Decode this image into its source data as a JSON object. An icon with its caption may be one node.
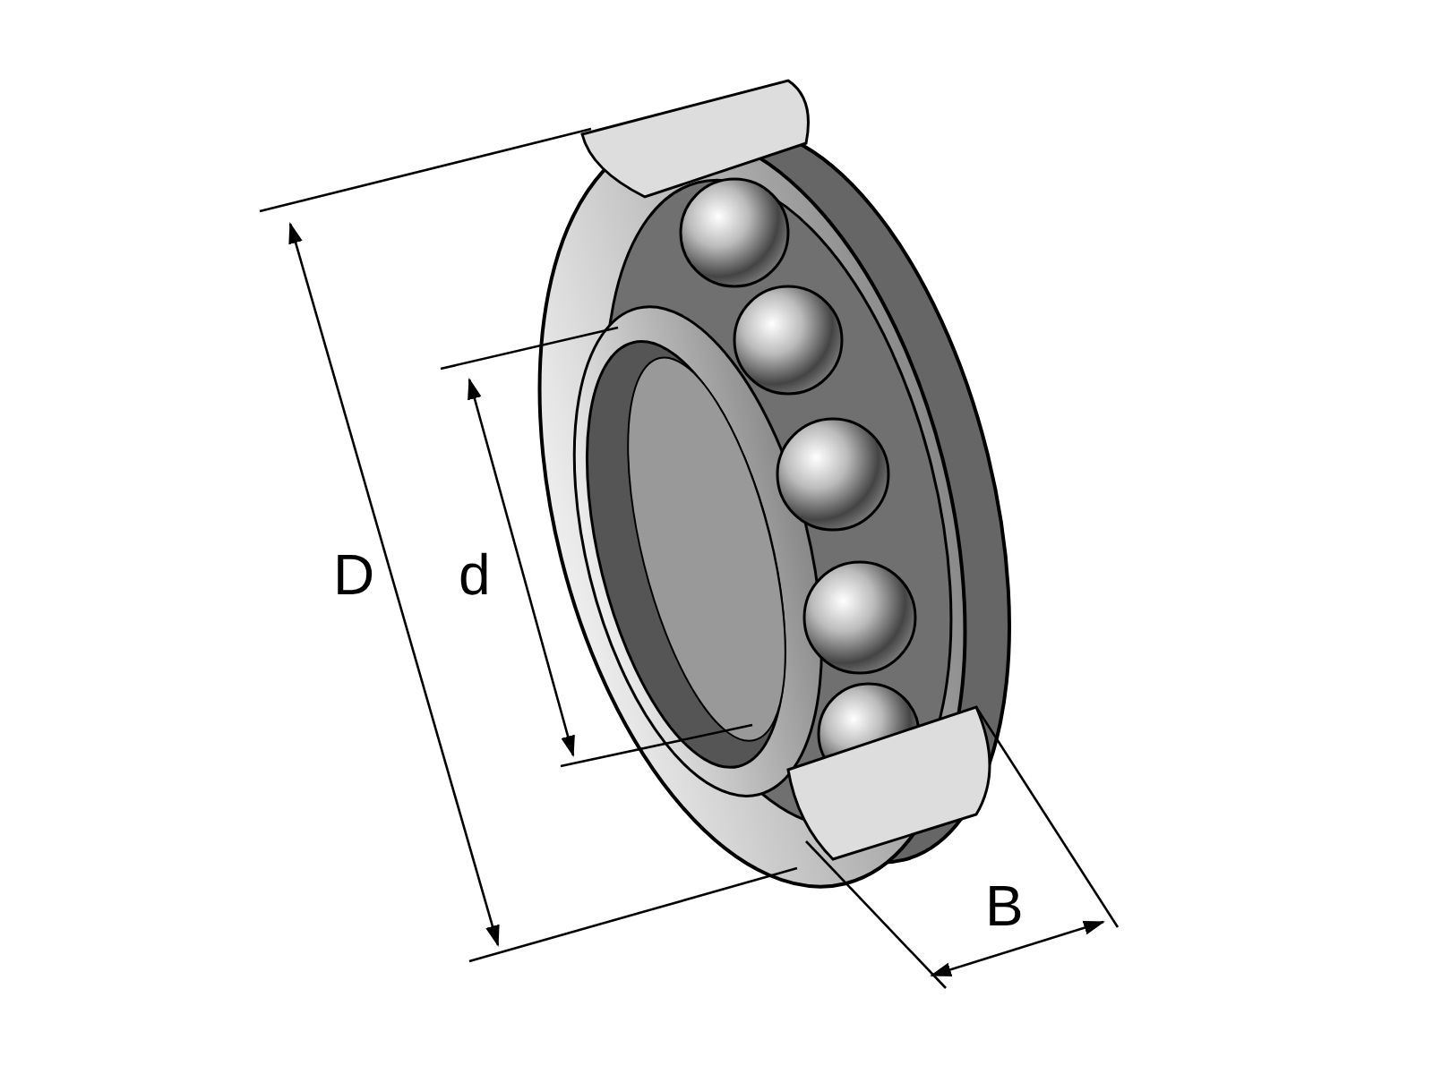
{
  "diagram": {
    "labels": [
      "D",
      "d",
      "B"
    ]
  }
}
